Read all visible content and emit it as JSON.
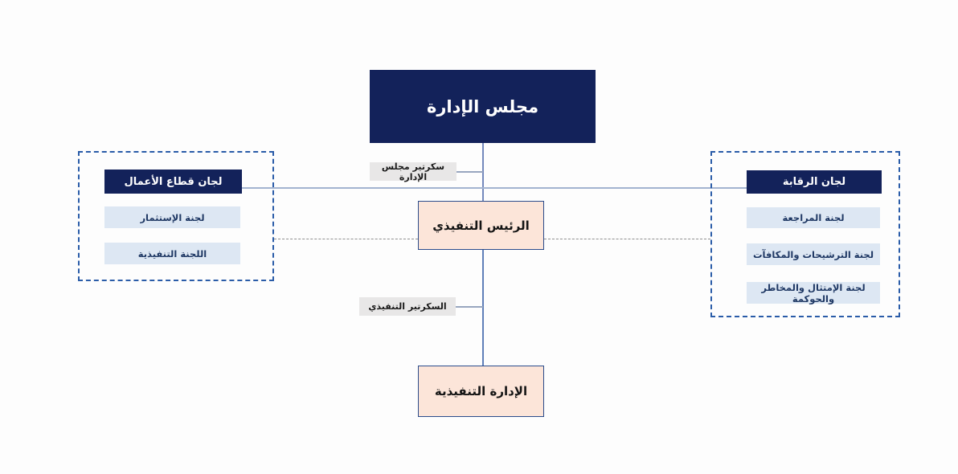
{
  "org_chart": {
    "board": {
      "label": "مجلس الإدارة"
    },
    "board_secretary": {
      "label": "سكرتير مجلس الإدارة"
    },
    "ceo": {
      "label": "الرئيس التنفيذي"
    },
    "executive_secretary": {
      "label": "السكرتير التنفيذي"
    },
    "executive_management": {
      "label": "الإدارة التنفيذية"
    },
    "business_sector_group": {
      "title": "لجان قطاع الأعمال",
      "items": [
        {
          "label": "لجنة الإستثمار"
        },
        {
          "label": "اللجنة التنفيذية"
        }
      ]
    },
    "oversight_group": {
      "title": "لجان الرقابة",
      "items": [
        {
          "label": "لجنة المراجعة"
        },
        {
          "label": "لجنة الترشيحات والمكافآت"
        },
        {
          "label": "لجنة الإمتثال والمخاطر والحوكمة"
        }
      ]
    },
    "colors": {
      "navy": "#13225a",
      "peach": "#fce5d9",
      "peach_border": "#2b4c8c",
      "item_blue": "#dde7f3",
      "label_gray": "#e8e7e7",
      "group_dashed_border": "#2a5ca8",
      "connector_blue": "#7388bc",
      "connector_dashed_gray": "#8f8f8f"
    }
  }
}
